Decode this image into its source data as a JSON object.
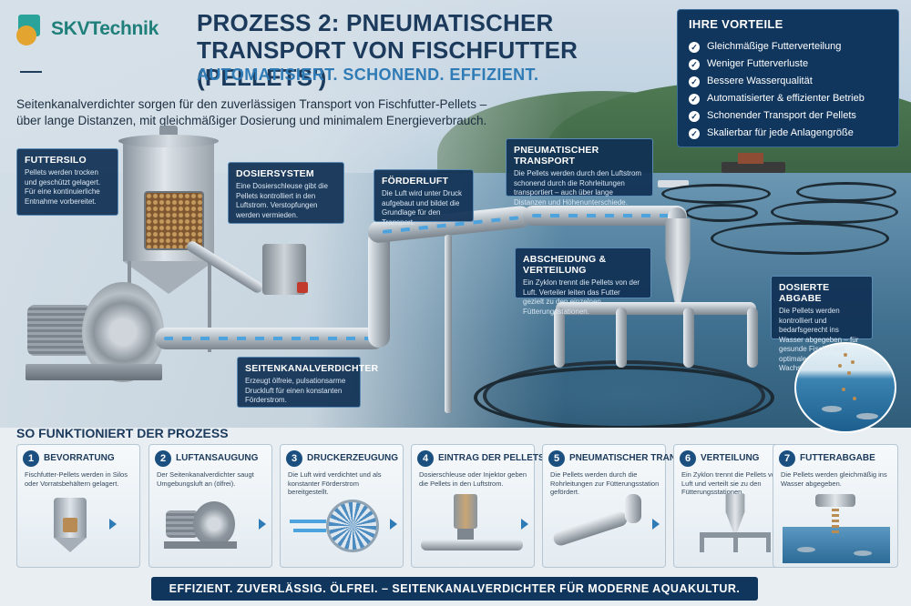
{
  "logo": {
    "text": "SKVTechnik"
  },
  "header": {
    "title": "Prozess 2: Pneumatischer Transport von Fischfutter (Pellets')",
    "subtitle": "AUTOMATISIERT. SCHONEND. EFFIZIENT.",
    "intro": "Seitenkanalverdichter sorgen für den zuverlässigen Transport von Fischfutter-Pellets – über lange Distanzen, mit gleichmäßiger Dosierung und minimalem Energieverbrauch."
  },
  "benefits": {
    "title": "IHRE VORTEILE",
    "items": [
      "Gleichmäßige Futterverteilung",
      "Weniger Futterverluste",
      "Bessere Wasserqualität",
      "Automatisierter & effizienter Betrieb",
      "Schonender Transport der Pellets",
      "Skalierbar für jede Anlagengröße"
    ]
  },
  "callouts": {
    "futtersilo": {
      "title": "FUTTERSILO",
      "text": "Pellets werden trocken und geschützt gelagert. Für eine kontinuierliche Entnahme vorbereitet."
    },
    "dosiersystem": {
      "title": "DOSIERSYSTEM",
      "text": "Eine Dosierschleuse gibt die Pellets kontrolliert in den Luftstrom. Verstopfungen werden vermieden."
    },
    "foerderluft": {
      "title": "FÖRDERLUFT",
      "text": "Die Luft wird unter Druck aufgebaut und bildet die Grundlage für den Transport."
    },
    "transport": {
      "title": "PNEUMATISCHER TRANSPORT",
      "text": "Die Pellets werden durch den Luftstrom schonend durch die Rohrleitungen transportiert – auch über lange Distanzen und Höhenunterschiede."
    },
    "abscheidung": {
      "title": "ABSCHEIDUNG & VERTEILUNG",
      "text": "Ein Zyklon trennt die Pellets von der Luft. Verteiler leiten das Futter gezielt zu den einzelnen Fütterungsstationen."
    },
    "verdichter": {
      "title": "SEITENKANALVERDICHTER",
      "text": "Erzeugt ölfreie, pulsationsarme Druckluft für einen konstanten Förderstrom."
    },
    "abgabe": {
      "title": "DOSIERTE ABGABE",
      "text": "Die Pellets werden kontrolliert und bedarfsgerecht ins Wasser abgegeben – für gesunde Fische und optimale Wachstumsraten."
    }
  },
  "process": {
    "title": "SO FUNKTIONIERT DER PROZESS",
    "steps": [
      {
        "num": "1",
        "title": "BEVORRATUNG",
        "text": "Fischfutter-Pellets werden in Silos oder Vorratsbehältern gelagert."
      },
      {
        "num": "2",
        "title": "LUFTANSAUGUNG",
        "text": "Der Seitenkanalverdichter saugt Umgebungsluft an (ölfrei)."
      },
      {
        "num": "3",
        "title": "DRUCKERZEUGUNG",
        "text": "Die Luft wird verdichtet und als konstanter Förderstrom bereitgestellt."
      },
      {
        "num": "4",
        "title": "EINTRAG DER PELLETS",
        "text": "Dosierschleuse oder Injektor geben die Pellets in den Luftstrom."
      },
      {
        "num": "5",
        "title": "PNEUMATISCHER TRANSPORT",
        "text": "Die Pellets werden durch die Rohrleitungen zur Fütterungsstation gefördert."
      },
      {
        "num": "6",
        "title": "VERTEILUNG",
        "text": "Ein Zyklon trennt die Pellets von der Luft und verteilt sie zu den Fütterungsstationen."
      },
      {
        "num": "7",
        "title": "FUTTERABGABE",
        "text": "Die Pellets werden gleichmäßig ins Wasser abgegeben."
      }
    ]
  },
  "footer": {
    "text": "EFFIZIENT. ZUVERLÄSSIG. ÖLFREI. – SEITENKANALVERDICHTER FÜR MODERNE AQUAKULTUR."
  },
  "colors": {
    "navy": "#10365e",
    "accent_blue": "#2f7bb5",
    "logo_teal": "#1f7f7a",
    "logo_orange": "#e3a530"
  }
}
